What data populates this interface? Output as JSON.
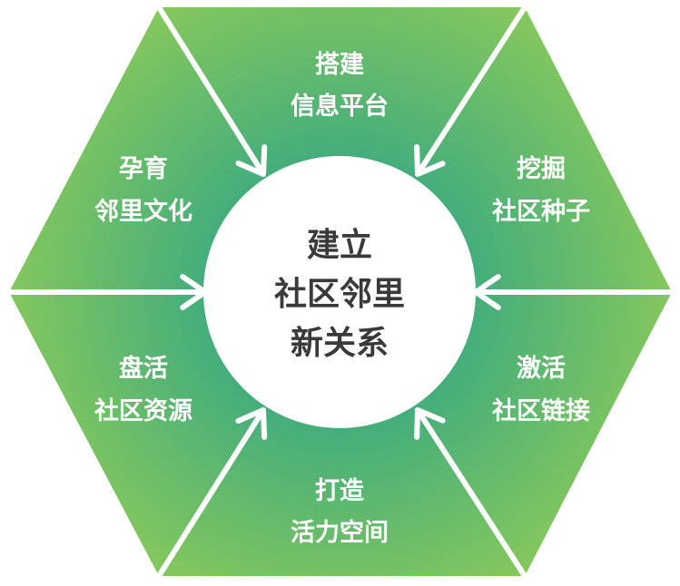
{
  "center": {
    "lines": [
      "建立",
      "社区邻里",
      "新关系"
    ]
  },
  "segments": [
    {
      "lines": [
        "搭建",
        "信息平台"
      ]
    },
    {
      "lines": [
        "挖掘",
        "社区种子"
      ]
    },
    {
      "lines": [
        "激活",
        "社区链接"
      ]
    },
    {
      "lines": [
        "打造",
        "活力空间"
      ]
    },
    {
      "lines": [
        "盘活",
        "社区资源"
      ]
    },
    {
      "lines": [
        "孕育",
        "邻里文化"
      ]
    }
  ],
  "colors": {
    "outer": "#8cca5a",
    "inner": "#3aaa80",
    "arrow": "#ffffff",
    "circle": "#ffffff"
  }
}
